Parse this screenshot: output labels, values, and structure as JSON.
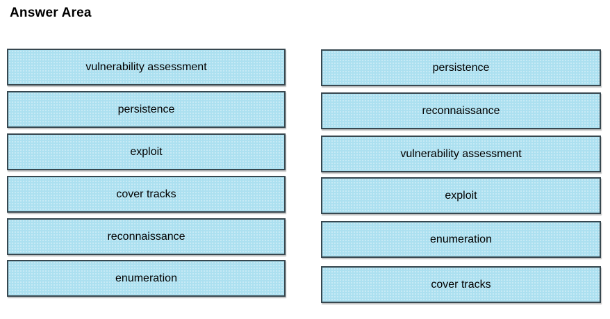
{
  "title": "Answer Area",
  "colors": {
    "background": "#ffffff",
    "box_fill": "#ace0f0",
    "box_border": "#37474f",
    "text": "#000000"
  },
  "columns": {
    "left": {
      "boxes": [
        "vulnerability assessment",
        "persistence",
        "exploit",
        "cover tracks",
        "reconnaissance",
        "enumeration"
      ]
    },
    "right": {
      "boxes": [
        "persistence",
        "reconnaissance",
        "vulnerability assessment",
        "exploit",
        "enumeration",
        "cover tracks"
      ]
    }
  }
}
